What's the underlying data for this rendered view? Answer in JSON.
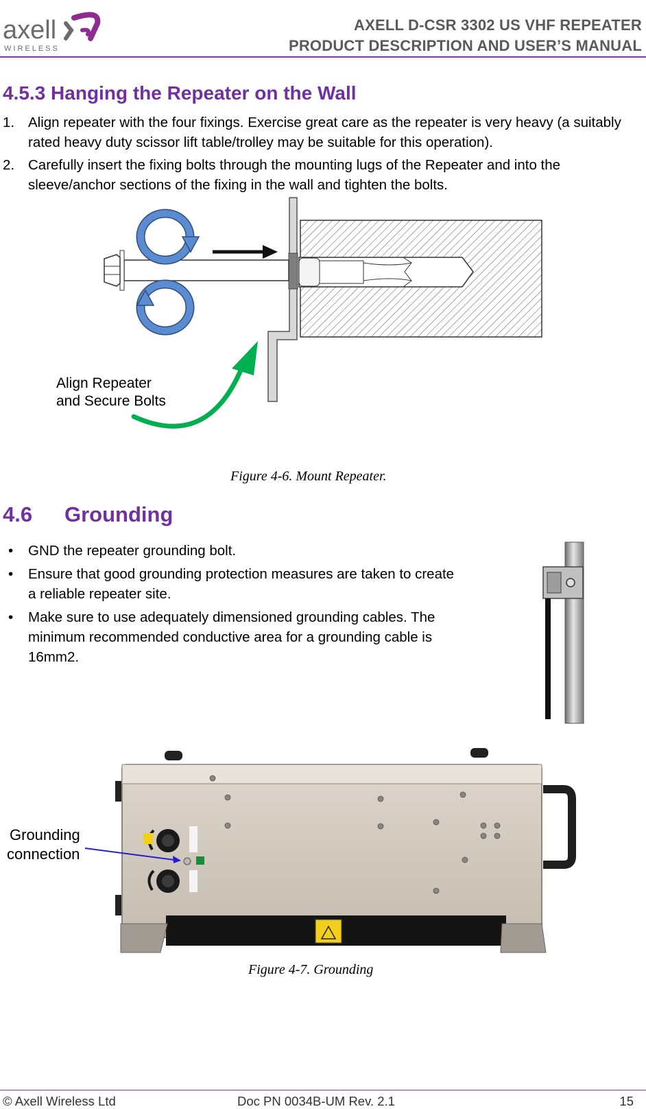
{
  "header": {
    "logo_word": "axell",
    "logo_sub": "WIRELESS",
    "title_line1": "AXELL D-CSR 3302 US VHF REPEATER",
    "title_line2": "PRODUCT DESCRIPTION AND USER’S MANUAL"
  },
  "section_453": {
    "title": "4.5.3 Hanging the Repeater on the Wall",
    "steps": [
      {
        "num": "1.",
        "text": "Align repeater with the four fixings. Exercise great care as the repeater is very heavy (a suitably rated heavy duty scissor lift table/trolley may be suitable for this operation)."
      },
      {
        "num": "2.",
        "text": "Carefully insert the fixing bolts through the mounting lugs of the Repeater and into the sleeve/anchor sections of the fixing in the wall and tighten the bolts."
      }
    ],
    "figure_label_line1": "Align Repeater",
    "figure_label_line2": "and Secure Bolts",
    "caption": "Figure 4-6.  Mount Repeater."
  },
  "section_46": {
    "number": "4.6",
    "title": "Grounding",
    "bullet_symbol": "•",
    "bullets": [
      "GND the repeater grounding bolt.",
      "Ensure that good grounding protection measures are taken to create a reliable repeater site.",
      "Make sure to use adequately dimensioned grounding cables. The minimum recommended conductive area for a grounding cable is 16mm2."
    ],
    "photo_label_line1": "Grounding",
    "photo_label_line2": "connection",
    "caption": "Figure 4-7.  Grounding"
  },
  "footer": {
    "left": "© Axell Wireless Ltd",
    "center": "Doc PN 0034B-UM Rev. 2.1",
    "page": "15"
  },
  "colors": {
    "heading": "#7030a0",
    "rule": "#7b3fa8",
    "header_text": "#5a5a5a",
    "rotate_arrow": "#4f81bd",
    "green_arrow": "#00b050"
  }
}
